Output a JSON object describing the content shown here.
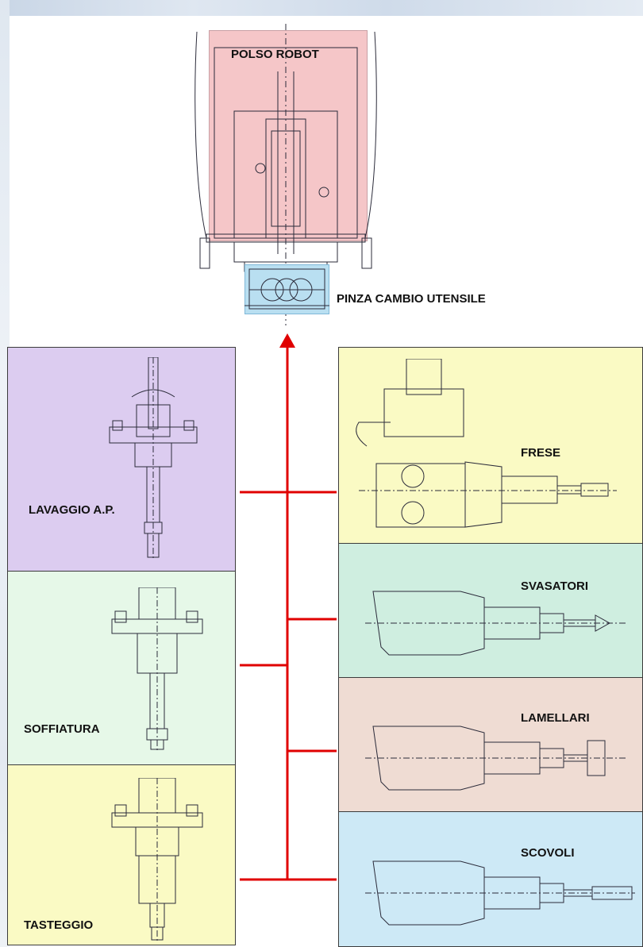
{
  "colors": {
    "robot": "#f5c6c8",
    "gripper": "#b9dff1",
    "lavaggio": "#dcccf0",
    "soffiatura": "#e6f8e8",
    "tasteggio": "#fafac4",
    "frese": "#fafac4",
    "svasatori": "#cfeee0",
    "lamellari": "#efdcd3",
    "scovoli": "#cde9f6",
    "connector": "#e00000"
  },
  "labels": {
    "robot": "POLSO ROBOT",
    "gripper": "PINZA CAMBIO UTENSILE",
    "lavaggio": "LAVAGGIO A.P.",
    "soffiatura": "SOFFIATURA",
    "tasteggio": "TASTEGGIO",
    "frese": "FRESE",
    "svasatori": "SVASATORI",
    "lamellari": "LAMELLARI",
    "scovoli": "SCOVOLI"
  }
}
